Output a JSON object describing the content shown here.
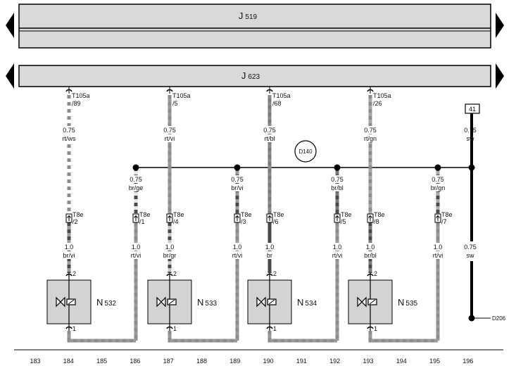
{
  "colors": {
    "panel_fill": "#d9d9d9",
    "line": "#000000",
    "rt": "#8c8c8c",
    "br": "#4a4a4a",
    "vi": "#9a9a9a",
    "ws": "#ffffff",
    "gr": "#c8c8c8",
    "bl": "#7a7a7a",
    "ge": "#e6e6e6",
    "gn": "#a8a8a8",
    "sw": "#000000",
    "component_fill": "#d3d3d3"
  },
  "units": {
    "top": {
      "name": "J",
      "number": "519"
    },
    "control": {
      "name": "J",
      "number": "623"
    }
  },
  "upper_connectors": [
    {
      "pin_top": "T105a",
      "pin_bottom": "/89",
      "wire_size": "0.75",
      "wire_color": "rt/ws",
      "stripe": [
        "rt",
        "ws"
      ]
    },
    {
      "pin_top": "T105a",
      "pin_bottom": "/5",
      "wire_size": "0.75",
      "wire_color": "rt/vi",
      "stripe": [
        "rt",
        "vi"
      ]
    },
    {
      "pin_top": "T105a",
      "pin_bottom": "/68",
      "wire_size": "0.75",
      "wire_color": "rt/bl",
      "stripe": [
        "rt",
        "bl"
      ]
    },
    {
      "pin_top": "T105a",
      "pin_bottom": "/26",
      "wire_size": "0.75",
      "wire_color": "rt/gn",
      "stripe": [
        "rt",
        "gn"
      ]
    }
  ],
  "terminal_box": "41",
  "ground_wire": {
    "size": "0.75",
    "color": "sw"
  },
  "ground_wire_lower": {
    "size": "0.75",
    "color": "sw"
  },
  "ground_point": "D206",
  "junction": "D140",
  "branch_wires": [
    {
      "size": "0.75",
      "color": "br/ge",
      "stripe": [
        "br",
        "ge"
      ]
    },
    {
      "size": "0.75",
      "color": "br/vi",
      "stripe": [
        "br",
        "vi"
      ]
    },
    {
      "size": "0.75",
      "color": "br/bl",
      "stripe": [
        "br",
        "bl"
      ]
    },
    {
      "size": "0.75",
      "color": "br/gn",
      "stripe": [
        "br",
        "gn"
      ]
    }
  ],
  "t8e_pins": [
    {
      "label": "T8e",
      "pin": "/2"
    },
    {
      "label": "T8e",
      "pin": "/1"
    },
    {
      "label": "T8e",
      "pin": "/4"
    },
    {
      "label": "T8e",
      "pin": "/3"
    },
    {
      "label": "T8e",
      "pin": "/6"
    },
    {
      "label": "T8e",
      "pin": "/5"
    },
    {
      "label": "T8e",
      "pin": "/8"
    },
    {
      "label": "T8e",
      "pin": "/7"
    }
  ],
  "lower_wires": [
    {
      "size": "1.0",
      "color": "br/vi",
      "stripe": [
        "br",
        "vi"
      ]
    },
    {
      "size": "1.0",
      "color": "rt/vi",
      "stripe": [
        "rt",
        "vi"
      ]
    },
    {
      "size": "1.0",
      "color": "br/gr",
      "stripe": [
        "br",
        "gr"
      ]
    },
    {
      "size": "1.0",
      "color": "rt/vi",
      "stripe": [
        "rt",
        "vi"
      ]
    },
    {
      "size": "1.0",
      "color": "br",
      "stripe": [
        "br",
        "br"
      ]
    },
    {
      "size": "1.0",
      "color": "rt/vi",
      "stripe": [
        "rt",
        "vi"
      ]
    },
    {
      "size": "1.0",
      "color": "br/bl",
      "stripe": [
        "br",
        "bl"
      ]
    },
    {
      "size": "1.0",
      "color": "rt/vi",
      "stripe": [
        "rt",
        "vi"
      ]
    }
  ],
  "valves": [
    {
      "name": "N",
      "number": "532",
      "pin_top": "2",
      "pin_bottom": "1"
    },
    {
      "name": "N",
      "number": "533",
      "pin_top": "2",
      "pin_bottom": "1"
    },
    {
      "name": "N",
      "number": "534",
      "pin_top": "2",
      "pin_bottom": "1"
    },
    {
      "name": "N",
      "number": "535",
      "pin_top": "2",
      "pin_bottom": "1"
    }
  ],
  "grid_numbers": [
    "183",
    "184",
    "185",
    "186",
    "187",
    "188",
    "189",
    "190",
    "191",
    "192",
    "193",
    "194",
    "195",
    "196"
  ]
}
